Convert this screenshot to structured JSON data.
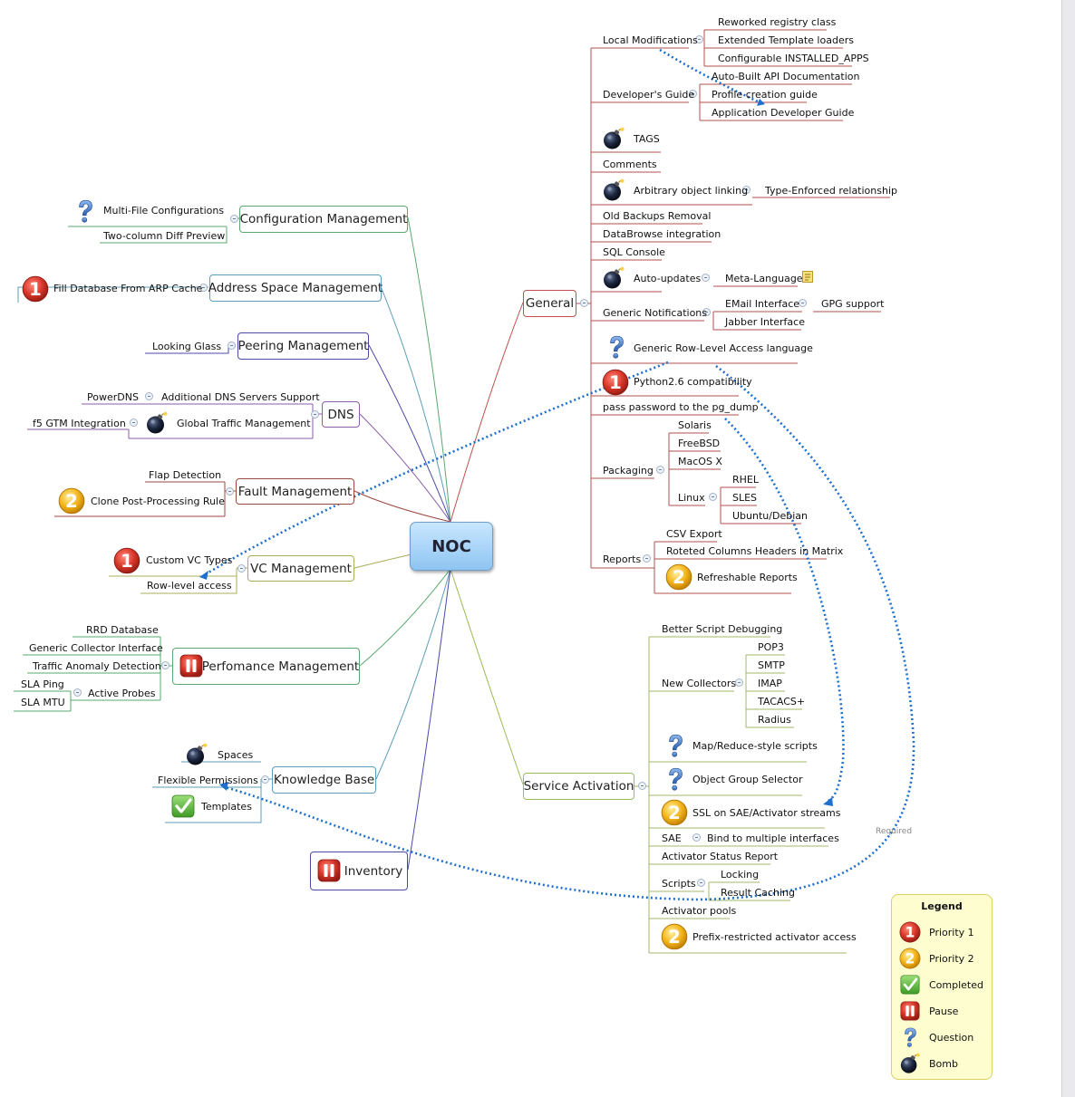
{
  "central": "NOC",
  "branches": {
    "config": "Configuration Management",
    "addr": "Address Space Management",
    "peer": "Peering Management",
    "dns": "DNS",
    "fault": "Fault Management",
    "vc": "VC Management",
    "perf": "Perfomance Management",
    "kb": "Knowledge Base",
    "inv": "Inventory",
    "general": "General",
    "sa": "Service Activation"
  },
  "left": {
    "multi_file": "Multi-File Configurations",
    "two_col": "Two-column Diff Preview",
    "fill_db": "Fill Database From ARP Cache",
    "looking_glass": "Looking Glass",
    "powerdns": "PowerDNS",
    "add_dns": "Additional DNS Servers Support",
    "f5": "f5 GTM Integration",
    "gtm": "Global Traffic Management",
    "flap": "Flap Detection",
    "clone": "Clone Post-Processing Rule",
    "custom_vc": "Custom VC Types",
    "row_level": "Row-level access",
    "rrd": "RRD Database",
    "gen_coll": "Generic Collector Interface",
    "traffic": "Traffic Anomaly Detection",
    "sla_ping": "SLA Ping",
    "sla_mtu": "SLA MTU",
    "active_probes": "Active Probes",
    "spaces": "Spaces",
    "flex_perm": "Flexible Permissions",
    "templates": "Templates"
  },
  "general": {
    "local_mods": "Local Modifications",
    "reworked": "Reworked registry class",
    "extended": "Extended Template loaders",
    "installed_apps": "Configurable INSTALLED_APPS",
    "dev_guide": "Developer's Guide",
    "auto_api": "Auto-Built API Documentation",
    "profile_guide": "Profile creation guide",
    "app_dev_guide": "Application Developer Guide",
    "tags": "TAGS",
    "comments": "Comments",
    "arb_link": "Arbitrary object linking",
    "type_enf": "Type-Enforced relationship",
    "old_backups": "Old Backups Removal",
    "databrowse": "DataBrowse integration",
    "sql_console": "SQL Console",
    "auto_updates": "Auto-updates",
    "meta_lang": "Meta-Language",
    "generic_notif": "Generic Notifications",
    "email_if": "EMail Interface",
    "gpg": "GPG support",
    "jabber": "Jabber Interface",
    "row_level_lang": "Generic Row-Level Access language",
    "python26": "Python2.6 compatibility",
    "pg_dump": "pass password to the pg_dump",
    "packaging": "Packaging",
    "solaris": "Solaris",
    "freebsd": "FreeBSD",
    "macos": "MacOS X",
    "linux": "Linux",
    "rhel": "RHEL",
    "sles": "SLES",
    "ubuntu": "Ubuntu/Debian",
    "reports": "Reports",
    "csv": "CSV Export",
    "roteted": "Roteted Columns Headers in Matrix",
    "refreshable": "Refreshable Reports"
  },
  "sa": {
    "better_script": "Better Script Debugging",
    "new_coll": "New Collectors",
    "pop3": "POP3",
    "smtp": "SMTP",
    "imap": "IMAP",
    "tacacs": "TACACS+",
    "radius": "Radius",
    "mapreduce": "Map/Reduce-style scripts",
    "ogs": "Object Group Selector",
    "ssl": "SSL on SAE/Activator streams",
    "sae": "SAE",
    "bind": "Bind to multiple interfaces",
    "status": "Activator Status Report",
    "scripts": "Scripts",
    "locking": "Locking",
    "caching": "Result Caching",
    "pools": "Activator pools",
    "prefix": "Prefix-restricted activator access"
  },
  "relationship_label": "Required",
  "legend": {
    "title": "Legend",
    "items": [
      "Priority 1",
      "Priority 2",
      "Completed",
      "Pause",
      "Question",
      "Bomb"
    ]
  },
  "colors": {
    "priority1": "#d9362a",
    "priority2": "#f3b51b",
    "completed": "#5db33a",
    "pause": "#d9362a",
    "question": "#3f78c9",
    "bomb": "#111c2e",
    "relationship": "#1f6fcf",
    "general_branch": "#c0504d",
    "service_branch": "#9bbb59"
  }
}
